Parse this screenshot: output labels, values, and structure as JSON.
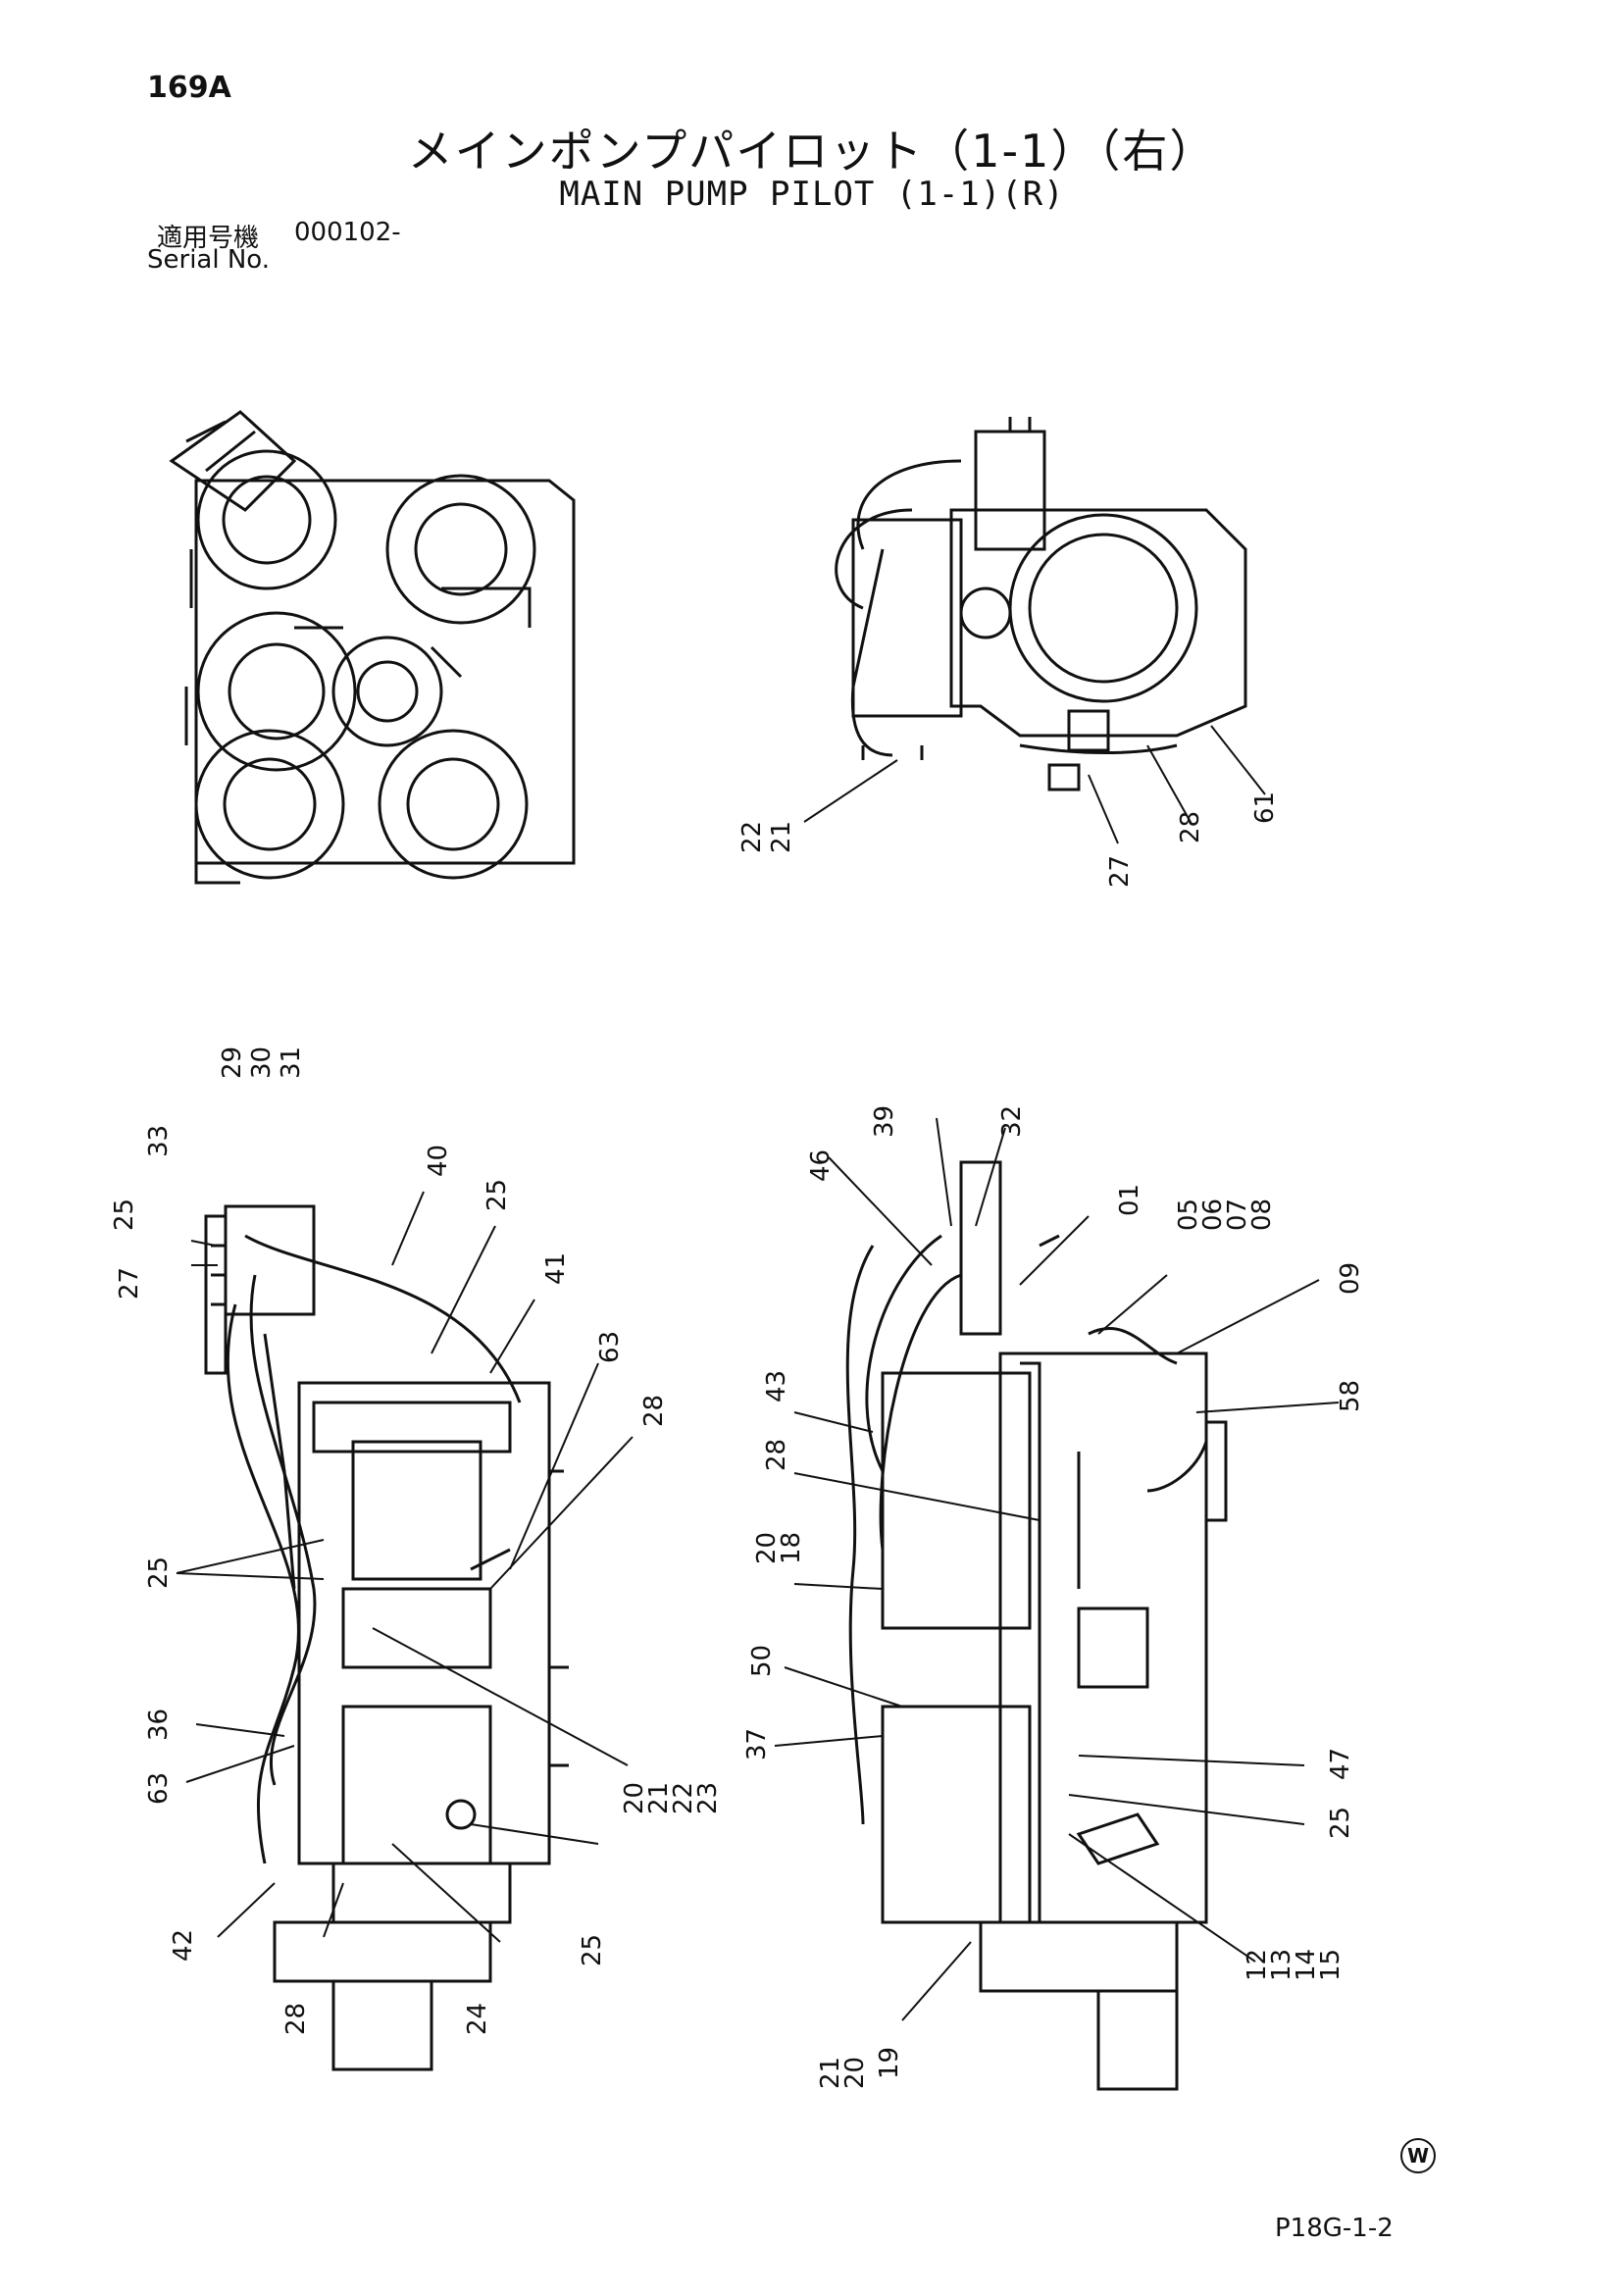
{
  "header": {
    "page_number": "169A",
    "title_ja": "メインポンプパイロット（1-1）（右）",
    "title_en": "MAIN PUMP PILOT (1-1)(R)",
    "serial_label_ja": "適用号機",
    "serial_value": "000102-",
    "serial_label_en": "Serial No."
  },
  "callouts": {
    "top_right": [
      "22",
      "21",
      "27",
      "28",
      "61"
    ],
    "bottom_left": [
      "29",
      "30",
      "31",
      "33",
      "25",
      "27",
      "40",
      "25",
      "41",
      "63",
      "28",
      "25",
      "36",
      "63",
      "42",
      "28",
      "24",
      "25",
      "20",
      "21",
      "22",
      "23"
    ],
    "bottom_right": [
      "46",
      "39",
      "32",
      "01",
      "05",
      "06",
      "07",
      "08",
      "09",
      "58",
      "43",
      "28",
      "20",
      "18",
      "50",
      "37",
      "47",
      "25",
      "12",
      "13",
      "14",
      "15",
      "21",
      "20",
      "19"
    ]
  },
  "footer": {
    "mark": "W",
    "drawing_code": "P18G-1-2"
  }
}
